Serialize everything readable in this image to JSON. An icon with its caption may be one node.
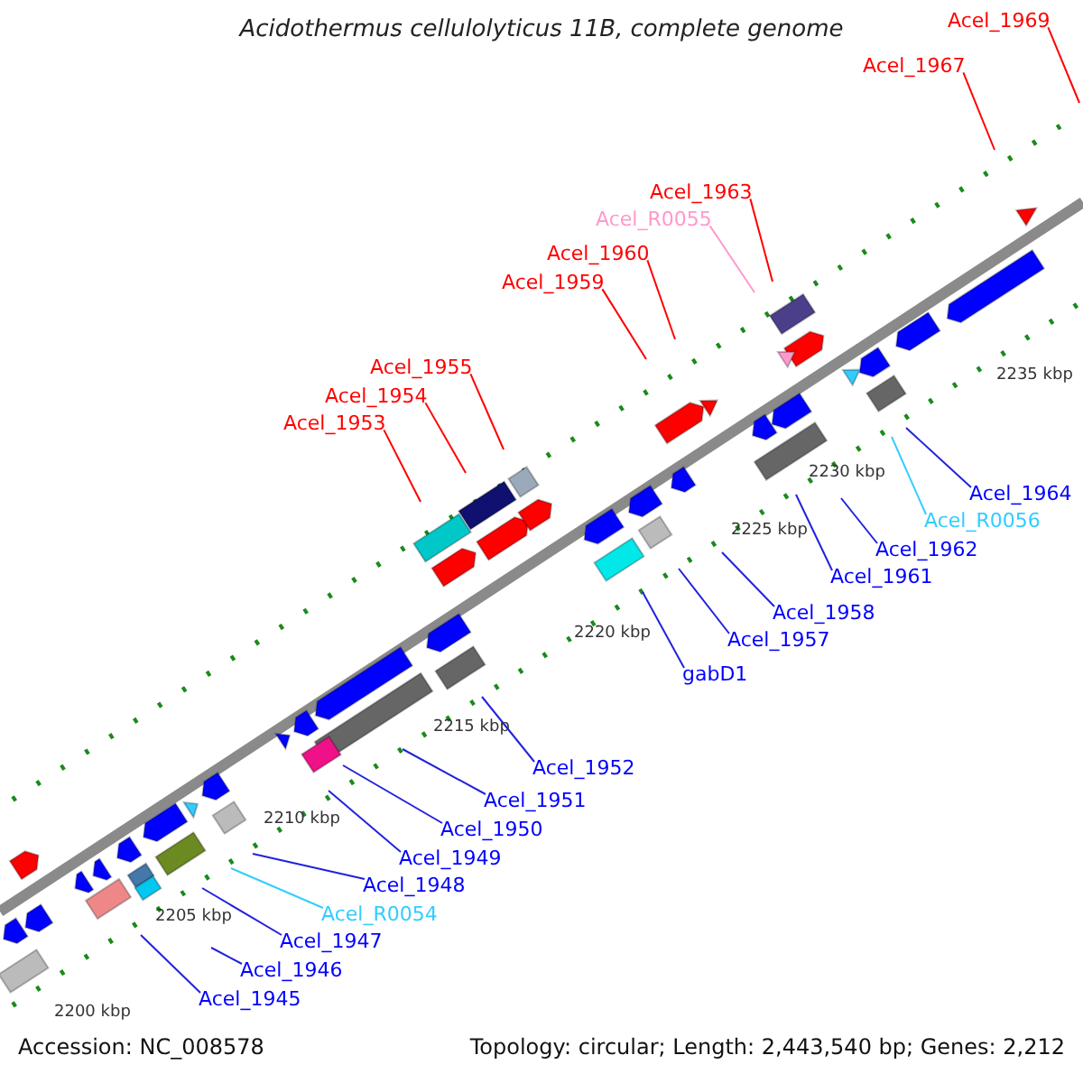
{
  "diagram": {
    "title": "Acidothermus cellulolyticus 11B, complete genome",
    "nodes": [
      {
        "text": [
          "Acel_1969"
        ]
      },
      {
        "text": [
          "Acel_1967"
        ]
      },
      {
        "text": [
          "Acel_1963"
        ]
      },
      {
        "text": [
          "Acel_R0055"
        ]
      },
      {
        "text": [
          "Acel_1960"
        ]
      },
      {
        "text": [
          "Acel_1959"
        ]
      },
      {
        "text": [
          "Acel_1955"
        ]
      },
      {
        "text": [
          "Acel_1954"
        ]
      },
      {
        "text": [
          "Acel_1953"
        ]
      },
      {
        "text": [
          "Acel_1964"
        ]
      },
      {
        "text": [
          "Acel_R0056"
        ]
      },
      {
        "text": [
          "Acel_1962"
        ]
      },
      {
        "text": [
          "Acel_1961"
        ]
      },
      {
        "text": [
          "Acel_1958"
        ]
      },
      {
        "text": [
          "Acel_1957"
        ]
      },
      {
        "text": [
          "gabD1"
        ]
      },
      {
        "text": [
          "Acel_1952"
        ]
      },
      {
        "text": [
          "Acel_1951"
        ]
      },
      {
        "text": [
          "Acel_1950"
        ]
      },
      {
        "text": [
          "Acel_1949"
        ]
      },
      {
        "text": [
          "Acel_1948"
        ]
      },
      {
        "text": [
          "Acel_R0054"
        ]
      },
      {
        "text": [
          "Acel_1947"
        ]
      },
      {
        "text": [
          "Acel_1946"
        ]
      },
      {
        "text": [
          "Acel_1945"
        ]
      }
    ],
    "edges": [
      {
        "from": 0,
        "to": null,
        "arrow": "none",
        "color": "#ff0000"
      },
      {
        "from": 1,
        "to": null,
        "arrow": "none",
        "color": "#ff0000"
      },
      {
        "from": 2,
        "to": null,
        "arrow": "none",
        "color": "#ff0000"
      },
      {
        "from": 3,
        "to": null,
        "arrow": "none",
        "color": "#ff99cc"
      },
      {
        "from": 4,
        "to": null,
        "arrow": "none",
        "color": "#ff0000"
      },
      {
        "from": 5,
        "to": null,
        "arrow": "none",
        "color": "#ff0000"
      },
      {
        "from": 6,
        "to": null,
        "arrow": "none",
        "color": "#ff0000"
      },
      {
        "from": 7,
        "to": null,
        "arrow": "none",
        "color": "#ff0000"
      },
      {
        "from": 8,
        "to": null,
        "arrow": "none",
        "color": "#ff0000"
      },
      {
        "from": 9,
        "to": null,
        "arrow": "none"
      },
      {
        "from": 10,
        "to": null,
        "arrow": "none",
        "color": "#33ccff"
      },
      {
        "from": 11,
        "to": null,
        "arrow": "none"
      },
      {
        "from": 12,
        "to": null,
        "arrow": "none"
      },
      {
        "from": 13,
        "to": null,
        "arrow": "none"
      },
      {
        "from": 14,
        "to": null,
        "arrow": "none"
      },
      {
        "from": 15,
        "to": null,
        "arrow": "none"
      },
      {
        "from": 16,
        "to": null,
        "arrow": "none"
      },
      {
        "from": 17,
        "to": null,
        "arrow": "none"
      },
      {
        "from": 18,
        "to": null,
        "arrow": "none"
      },
      {
        "from": 19,
        "to": null,
        "arrow": "none"
      },
      {
        "from": 20,
        "to": null,
        "arrow": "none"
      },
      {
        "from": 21,
        "to": null,
        "arrow": "none",
        "color": "#33ccff"
      },
      {
        "from": 22,
        "to": null,
        "arrow": "none"
      },
      {
        "from": 23,
        "to": null,
        "arrow": "none"
      },
      {
        "from": 24,
        "to": null,
        "arrow": "none"
      }
    ],
    "labels": [
      "2235 kbp",
      "2230 kbp",
      "2225 kbp",
      "2220 kbp",
      "2215 kbp",
      "2210 kbp",
      "2205 kbp",
      "2200 kbp",
      "Accession: NC_008578",
      "Topology: circular; Length: 2,443,540 bp; Genes: 2,212"
    ]
  }
}
